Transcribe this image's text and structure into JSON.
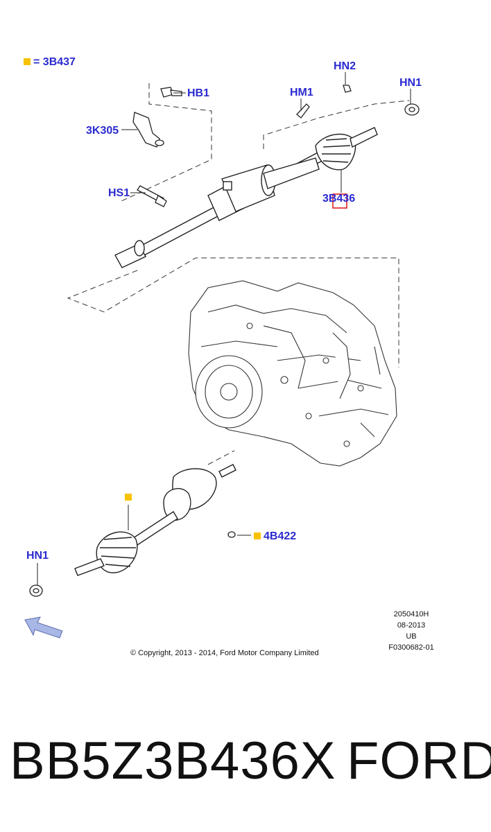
{
  "legend": {
    "marker_color": "#f7c300",
    "text": "= 3B437"
  },
  "callouts": {
    "hn2": "HN2",
    "hb1": "HB1",
    "hm1": "HM1",
    "hn1_top": "HN1",
    "k305": "3K305",
    "hs1": "HS1",
    "b436": "3B436",
    "b422": "4B422",
    "hn1_bottom": "HN1"
  },
  "colors": {
    "callout": "#2a2ad0",
    "highlight_box": "#e02020",
    "marker": "#f7c300",
    "arrow": "#a9b7e6"
  },
  "meta": {
    "line1": "2050410H",
    "line2": "08-2013",
    "line3": "UB",
    "line4": "F0300682-01"
  },
  "copyright": "© Copyright, 2013 - 2014, Ford Motor Company Limited",
  "footer": {
    "part_number": "BB5Z3B436X",
    "brand": "FORD"
  }
}
